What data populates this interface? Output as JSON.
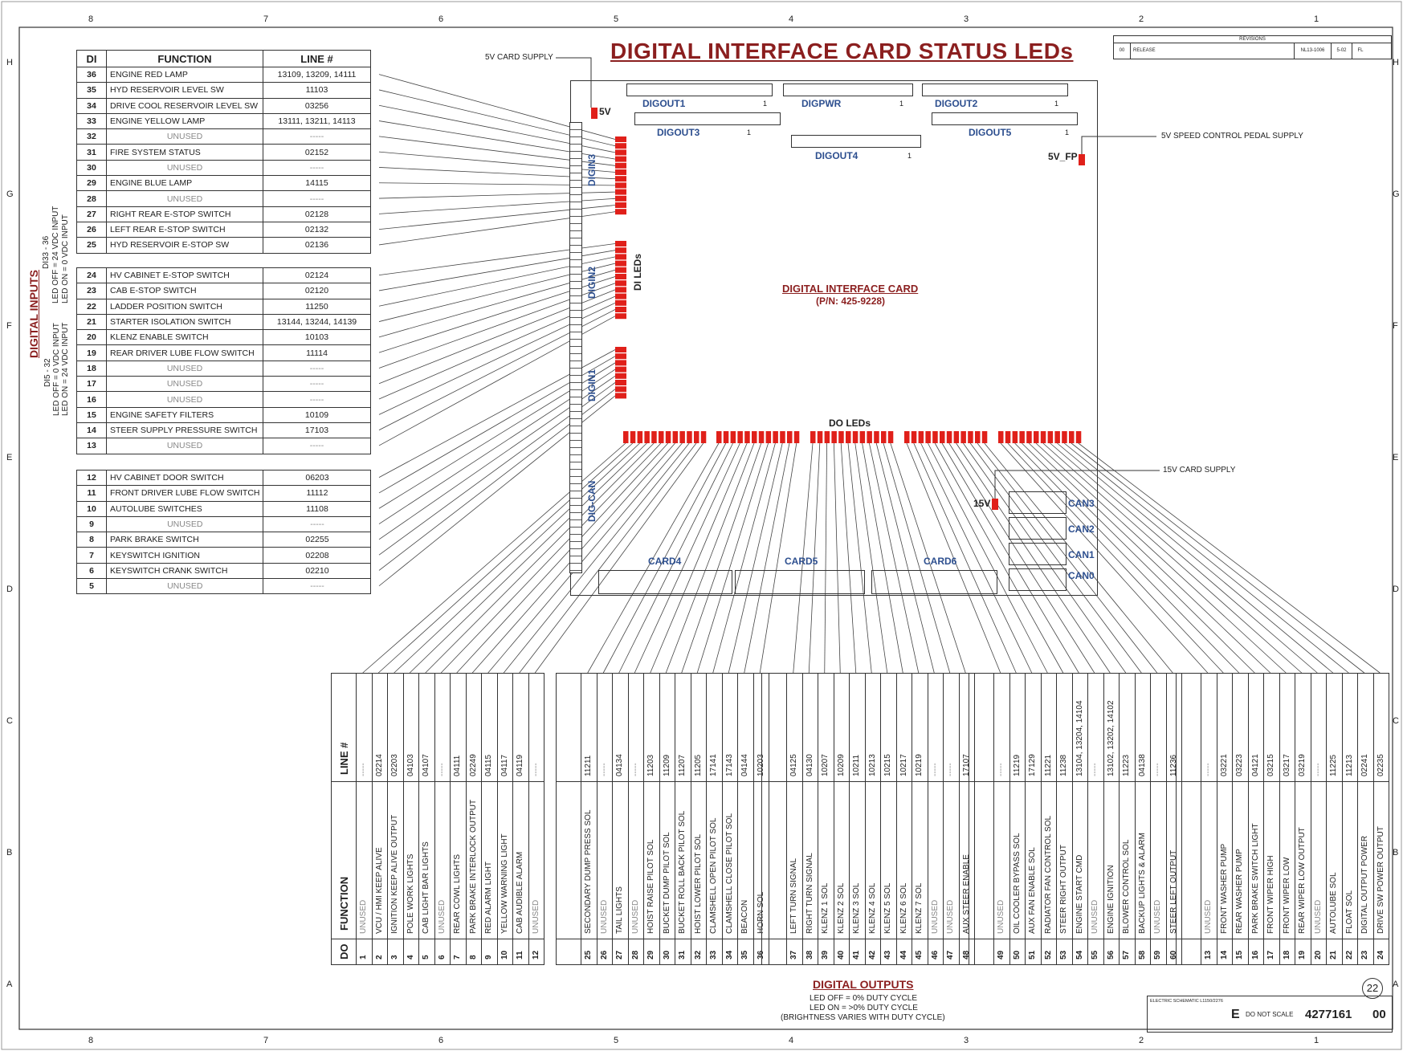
{
  "title": "DIGITAL INTERFACE CARD STATUS LEDs",
  "border_cols": [
    "8",
    "7",
    "6",
    "5",
    "4",
    "3",
    "2",
    "1"
  ],
  "border_rows": [
    "H",
    "G",
    "F",
    "E",
    "D",
    "C",
    "B",
    "A"
  ],
  "revisions": {
    "title": "REVISIONS",
    "rev": "00",
    "desc": "RELEASE",
    "eco": "NL13-1006",
    "date": "5-02",
    "by": "FL"
  },
  "card": {
    "name": "DIGITAL INTERFACE CARD",
    "pn": "(P/N: 425-9228)",
    "di_leds": "DI LEDs",
    "do_leds": "DO LEDs",
    "v5": "5V",
    "v5fp": "5V_FP",
    "v15": "15V",
    "connectors": {
      "digout1": "DIGOUT1",
      "digpwr": "DIGPWR",
      "digout2": "DIGOUT2",
      "digout3": "DIGOUT3",
      "digout5": "DIGOUT5",
      "digout4": "DIGOUT4",
      "one": "1"
    },
    "digin3": "DIGIN3",
    "digin2": "DIGIN2",
    "digin1": "DIGIN1",
    "digcan": "DIG-CAN",
    "cards": [
      "CARD4",
      "CARD5",
      "CARD6"
    ],
    "cans": [
      "CAN3",
      "CAN2",
      "CAN1",
      "CAN0"
    ]
  },
  "callouts": {
    "supply5": "5V CARD SUPPLY",
    "pedal": "5V SPEED CONTROL PEDAL SUPPLY",
    "supply15": "15V CARD SUPPLY"
  },
  "digital_inputs": {
    "label": "DIGITAL INPUTS",
    "range_hi": "DI33 - 36",
    "hi_off": "LED OFF = 24 VDC INPUT",
    "hi_on": "LED ON =   0 VDC INPUT",
    "range_lo": "DI5 - 32",
    "lo_off": "LED OFF = 0 VDC INPUT",
    "lo_on": "LED ON = 24 VDC INPUT",
    "headers": {
      "di": "DI",
      "function": "FUNCTION",
      "line": "LINE #"
    },
    "groups": [
      [
        [
          "36",
          "ENGINE RED LAMP",
          "13109, 13209, 14111"
        ],
        [
          "35",
          "HYD RESERVOIR LEVEL SW",
          "11103"
        ],
        [
          "34",
          "DRIVE COOL RESERVOIR LEVEL SW",
          "03256"
        ],
        [
          "33",
          "ENGINE YELLOW LAMP",
          "13111, 13211, 14113"
        ],
        [
          "32",
          "UNUSED",
          "-----"
        ],
        [
          "31",
          "FIRE SYSTEM STATUS",
          "02152"
        ],
        [
          "30",
          "UNUSED",
          "-----"
        ],
        [
          "29",
          "ENGINE BLUE LAMP",
          "14115"
        ],
        [
          "28",
          "UNUSED",
          "-----"
        ],
        [
          "27",
          "RIGHT REAR E-STOP SWITCH",
          "02128"
        ],
        [
          "26",
          "LEFT REAR E-STOP SWITCH",
          "02132"
        ],
        [
          "25",
          "HYD RESERVOIR E-STOP SW",
          "02136"
        ]
      ],
      [
        [
          "24",
          "HV CABINET E-STOP SWITCH",
          "02124"
        ],
        [
          "23",
          "CAB E-STOP SWITCH",
          "02120"
        ],
        [
          "22",
          "LADDER POSITION SWITCH",
          "11250"
        ],
        [
          "21",
          "STARTER ISOLATION SWITCH",
          "13144, 13244, 14139"
        ],
        [
          "20",
          "KLENZ ENABLE SWITCH",
          "10103"
        ],
        [
          "19",
          "REAR DRIVER LUBE FLOW SWITCH",
          "11114"
        ],
        [
          "18",
          "UNUSED",
          "-----"
        ],
        [
          "17",
          "UNUSED",
          "-----"
        ],
        [
          "16",
          "UNUSED",
          "-----"
        ],
        [
          "15",
          "ENGINE SAFETY FILTERS",
          "10109"
        ],
        [
          "14",
          "STEER SUPPLY PRESSURE SWITCH",
          "17103"
        ],
        [
          "13",
          "UNUSED",
          "-----"
        ]
      ],
      [
        [
          "12",
          "HV CABINET DOOR SWITCH",
          "06203"
        ],
        [
          "11",
          "FRONT DRIVER LUBE FLOW SWITCH",
          "11112"
        ],
        [
          "10",
          "AUTOLUBE SWITCHES",
          "11108"
        ],
        [
          "9",
          "UNUSED",
          "-----"
        ],
        [
          "8",
          "PARK BRAKE SWITCH",
          "02255"
        ],
        [
          "7",
          "KEYSWITCH IGNITION",
          "02208"
        ],
        [
          "6",
          "KEYSWITCH CRANK SWITCH",
          "02210"
        ],
        [
          "5",
          "UNUSED",
          "-----"
        ]
      ]
    ]
  },
  "digital_outputs": {
    "label": "DIGITAL OUTPUTS",
    "note1": "LED OFF = 0% DUTY CYCLE",
    "note2": "LED ON = >0% DUTY CYCLE",
    "note3": "(BRIGHTNESS VARIES WITH DUTY CYCLE)",
    "headers": {
      "do": "DO",
      "function": "FUNCTION",
      "line": "LINE #"
    },
    "groups": [
      [
        [
          "1",
          "UNUSED",
          "-----"
        ],
        [
          "2",
          "VCU / HMI KEEP ALIVE",
          "02214"
        ],
        [
          "3",
          "IGNITION KEEP ALIVE OUTPUT",
          "02203"
        ],
        [
          "4",
          "POLE WORK LIGHTS",
          "04103"
        ],
        [
          "5",
          "CAB LIGHT BAR LIGHTS",
          "04107"
        ],
        [
          "6",
          "UNUSED",
          "-----"
        ],
        [
          "7",
          "REAR COWL LIGHTS",
          "04111"
        ],
        [
          "8",
          "PARK BRAKE INTERLOCK OUTPUT",
          "02249"
        ],
        [
          "9",
          "RED ALARM LIGHT",
          "04115"
        ],
        [
          "10",
          "YELLOW WARNING LIGHT",
          "04117"
        ],
        [
          "11",
          "CAB AUDIBLE ALARM",
          "04119"
        ],
        [
          "12",
          "UNUSED",
          "-----"
        ]
      ],
      [
        [
          "25",
          "SECONDARY DUMP PRESS SOL",
          "11211"
        ],
        [
          "26",
          "UNUSED",
          "-----"
        ],
        [
          "27",
          "TAIL LIGHTS",
          "04134"
        ],
        [
          "28",
          "UNUSED",
          "-----"
        ],
        [
          "29",
          "HOIST RAISE PILOT SOL",
          "11203"
        ],
        [
          "30",
          "BUCKET DUMP PILOT SOL",
          "11209"
        ],
        [
          "31",
          "BUCKET ROLL BACK PILOT SOL",
          "11207"
        ],
        [
          "32",
          "HOIST LOWER PILOT SOL",
          "11205"
        ],
        [
          "33",
          "CLAMSHELL OPEN PILOT SOL",
          "17141"
        ],
        [
          "34",
          "CLAMSHELL CLOSE PILOT SOL",
          "17143"
        ],
        [
          "35",
          "BEACON",
          "04144"
        ],
        [
          "36",
          "HORN SOL",
          "10203"
        ]
      ],
      [
        [
          "37",
          "LEFT TURN SIGNAL",
          "04125"
        ],
        [
          "38",
          "RIGHT TURN SIGNAL",
          "04130"
        ],
        [
          "39",
          "KLENZ 1 SOL",
          "10207"
        ],
        [
          "40",
          "KLENZ 2 SOL",
          "10209"
        ],
        [
          "41",
          "KLENZ 3 SOL",
          "10211"
        ],
        [
          "42",
          "KLENZ 4 SOL",
          "10213"
        ],
        [
          "43",
          "KLENZ 5 SOL",
          "10215"
        ],
        [
          "44",
          "KLENZ 6 SOL",
          "10217"
        ],
        [
          "45",
          "KLENZ 7 SOL",
          "10219"
        ],
        [
          "46",
          "UNUSED",
          "-----"
        ],
        [
          "47",
          "UNUSED",
          "-----"
        ],
        [
          "48",
          "AUX STEER ENABLE",
          "17107"
        ]
      ],
      [
        [
          "49",
          "UNUSED",
          "-----"
        ],
        [
          "50",
          "OIL COOLER BYPASS SOL",
          "11219"
        ],
        [
          "51",
          "AUX FAN ENABLE SOL",
          "17129"
        ],
        [
          "52",
          "RADIATOR FAN CONTROL SOL",
          "11221"
        ],
        [
          "53",
          "STEER RIGHT OUTPUT",
          "11238"
        ],
        [
          "54",
          "ENGINE START CMD",
          "13104, 13204, 14104"
        ],
        [
          "55",
          "UNUSED",
          "-----"
        ],
        [
          "56",
          "ENGINE IGNITION",
          "13102, 13202, 14102"
        ],
        [
          "57",
          "BLOWER CONTROL SOL",
          "11223"
        ],
        [
          "58",
          "BACKUP LIGHTS & ALARM",
          "04138"
        ],
        [
          "59",
          "UNUSED",
          "-----"
        ],
        [
          "60",
          "STEER LEFT OUTPUT",
          "11236"
        ]
      ],
      [
        [
          "13",
          "UNUSED",
          "-----"
        ],
        [
          "14",
          "FRONT WASHER PUMP",
          "03221"
        ],
        [
          "15",
          "REAR WASHER PUMP",
          "03223"
        ],
        [
          "16",
          "PARK BRAKE SWITCH LIGHT",
          "04121"
        ],
        [
          "17",
          "FRONT WIPER HIGH",
          "03215"
        ],
        [
          "18",
          "FRONT WIPER LOW",
          "03217"
        ],
        [
          "19",
          "REAR WIPER LOW OUTPUT",
          "03219"
        ],
        [
          "20",
          "UNUSED",
          "-----"
        ],
        [
          "21",
          "AUTOLUBE SOL",
          "11225"
        ],
        [
          "22",
          "FLOAT SOL",
          "11213"
        ],
        [
          "23",
          "DIGITAL OUTPUT POWER",
          "02241"
        ],
        [
          "24",
          "DRIVE SW POWER OUTPUT",
          "02235"
        ]
      ]
    ]
  },
  "title_block": {
    "drawing": "ELECTRIC SCHEMATIC L1150/2276",
    "size": "E",
    "scale": "DO NOT SCALE",
    "number": "4277161",
    "rev": "00",
    "sheet": "22"
  }
}
